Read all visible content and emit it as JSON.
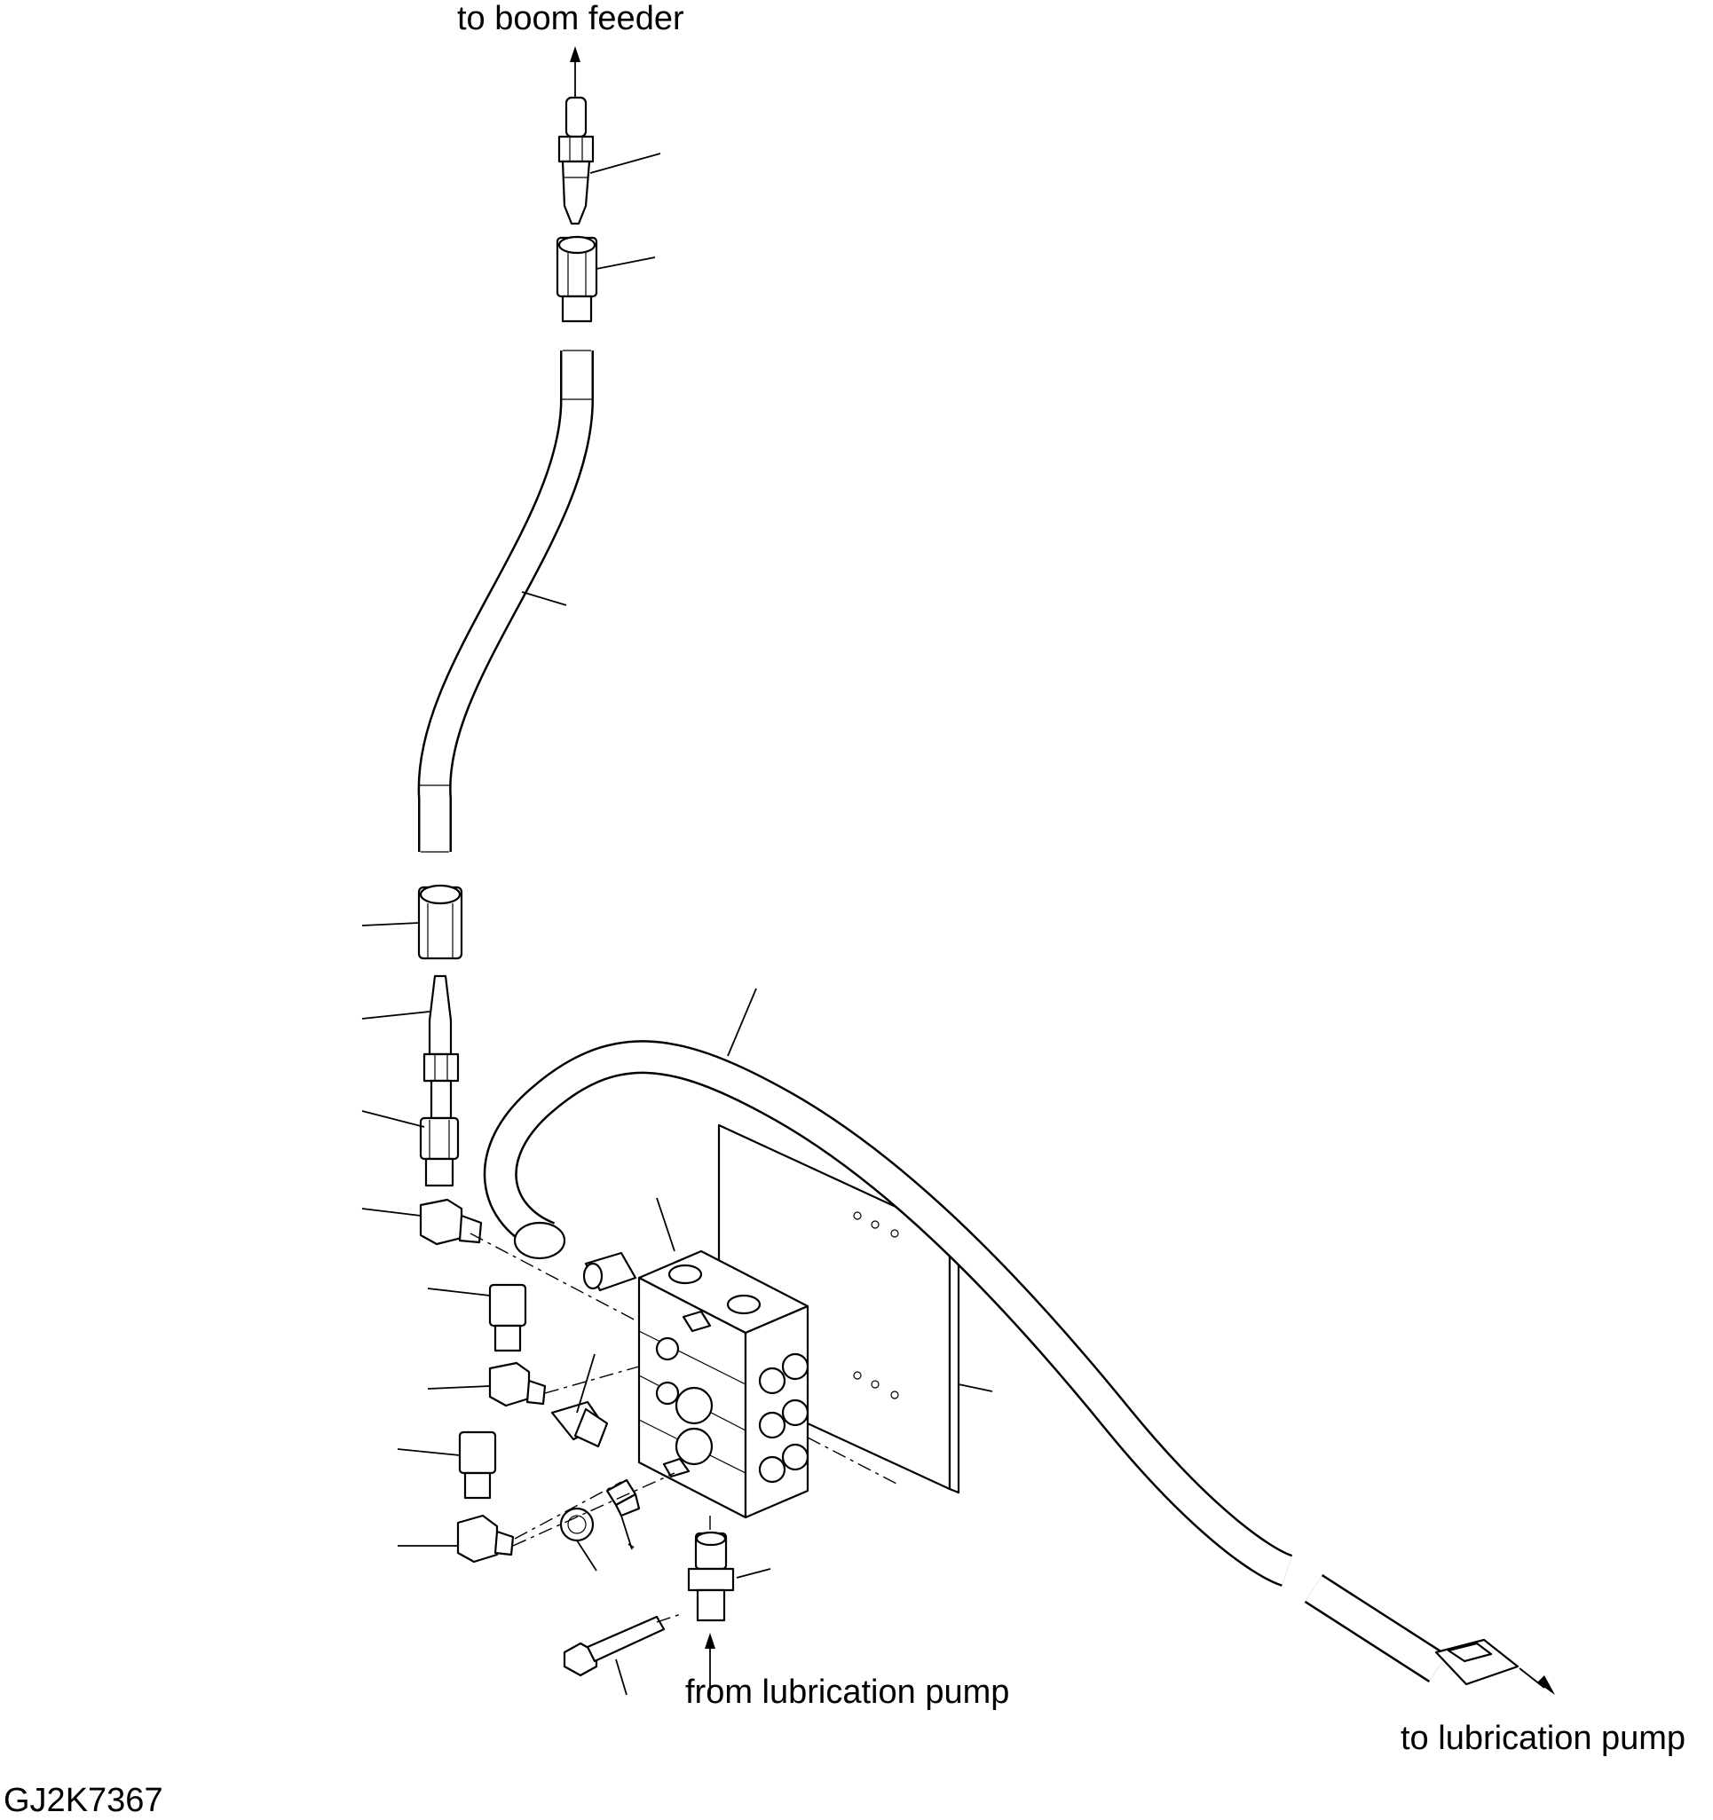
{
  "diagram": {
    "labels": {
      "to_boom_feeder": "to boom feeder",
      "from_lubrication_pump": "from lubrication pump",
      "to_lubrication_pump": "to lubrication pump",
      "figure_code": "GJ2K7367"
    },
    "line_color": "#000000",
    "background": "#ffffff"
  }
}
